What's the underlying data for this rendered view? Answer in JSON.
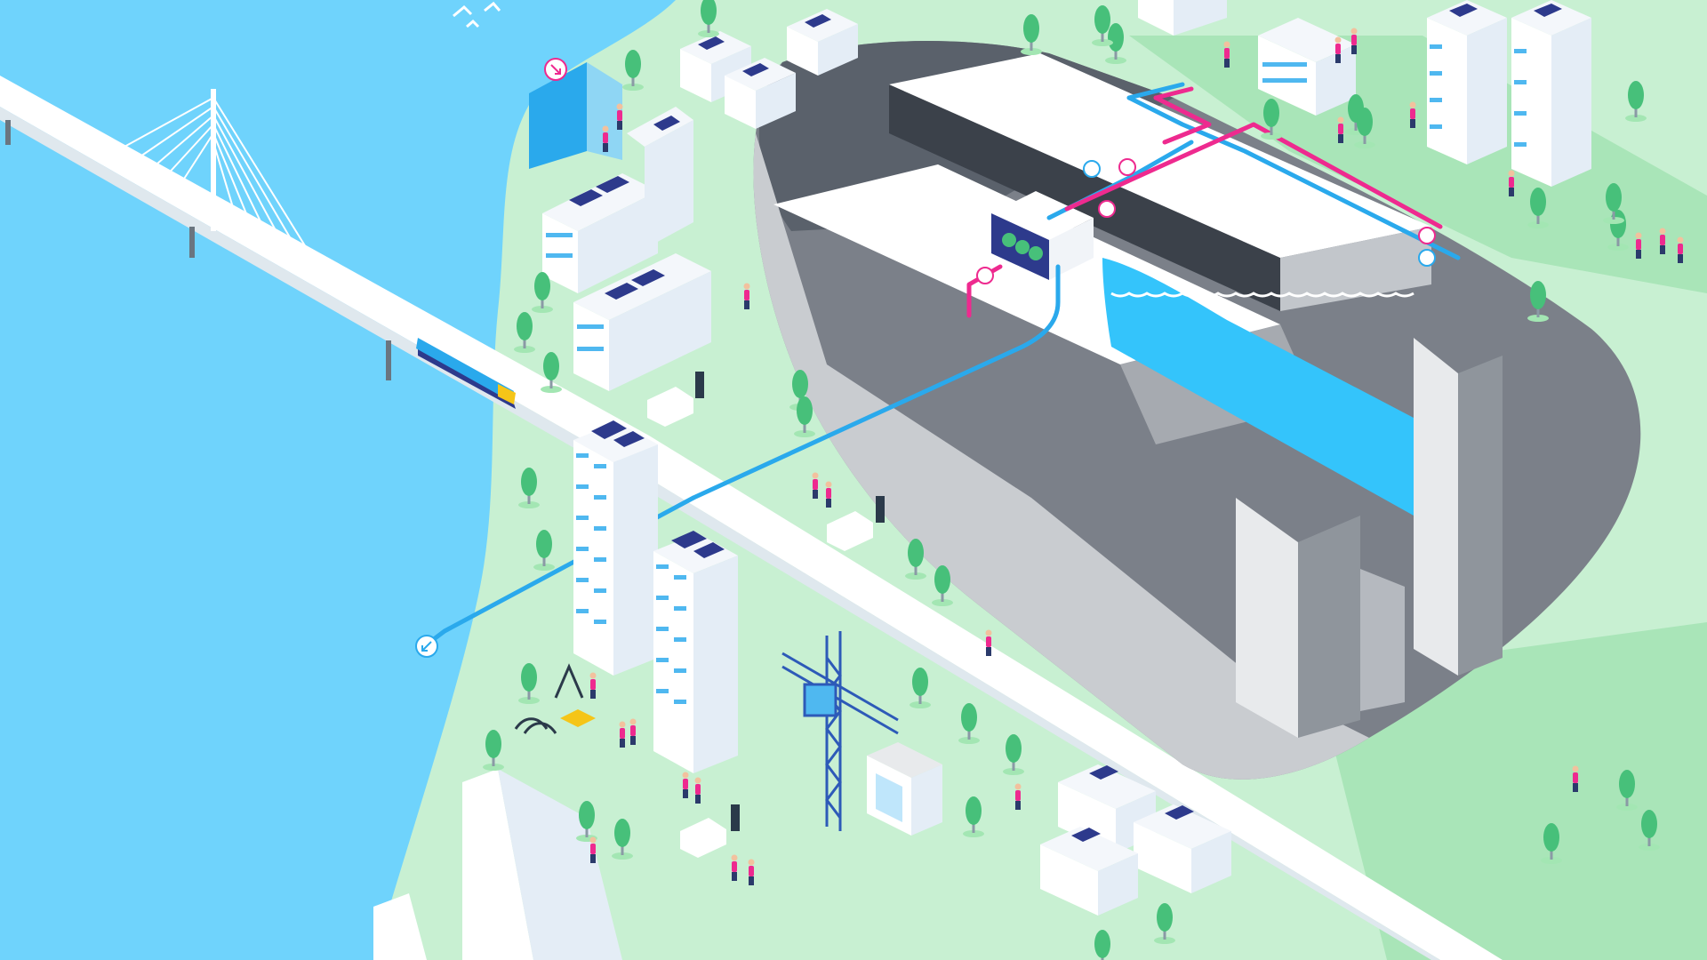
{
  "colors": {
    "water": "#6fd3fc",
    "land": "#c8f0d2",
    "park": "#a9e5b8",
    "road": "#ffffff",
    "cavern_dark": "#4d5560",
    "cavern_mid": "#7b8089",
    "cavern_light": "#bfc3c8",
    "pipe_cold": "#2aa9ec",
    "pipe_hot": "#ee2a8f",
    "reservoir_water": "#34c4fb",
    "building_window": "#4fb8f0",
    "solar_panel": "#2d3a8c",
    "tree": "#47c07a"
  },
  "markers": [
    {
      "name": "flow-marker-top",
      "icon": "arrow-down-right-icon",
      "color": "#ee2a8f"
    },
    {
      "name": "flow-marker-shore",
      "icon": "arrow-down-left-icon",
      "color": "#2aa9ec"
    }
  ],
  "scene_elements": [
    "cable-stayed-bridge",
    "tram",
    "residential-towers",
    "underground-cavern-storage",
    "heat-pump-unit",
    "district-heating-pipes",
    "construction-crane",
    "ev-charging-stations",
    "playground",
    "solar-panels"
  ]
}
